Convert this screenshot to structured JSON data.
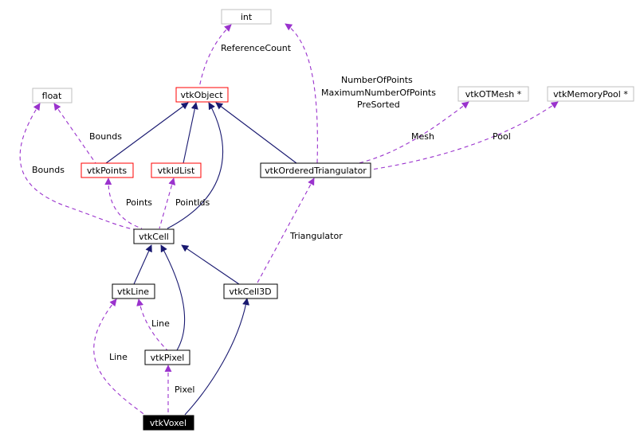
{
  "diagram": {
    "nodes": {
      "int": "int",
      "float": "float",
      "vtkObject": "vtkObject",
      "vtkOTMesh": "vtkOTMesh *",
      "vtkMemoryPool": "vtkMemoryPool *",
      "vtkPoints": "vtkPoints",
      "vtkIdList": "vtkIdList",
      "vtkOrderedTriangulator": "vtkOrderedTriangulator",
      "vtkCell": "vtkCell",
      "vtkLine": "vtkLine",
      "vtkCell3D": "vtkCell3D",
      "vtkPixel": "vtkPixel",
      "vtkVoxel": "vtkVoxel"
    },
    "edge_labels": {
      "reference_count": "ReferenceCount",
      "number_of_points": "NumberOfPoints",
      "maximum_number_of_points": "MaximumNumberOfPoints",
      "pre_sorted": "PreSorted",
      "bounds_points": "Bounds",
      "bounds_cell": "Bounds",
      "mesh": "Mesh",
      "pool": "Pool",
      "points": "Points",
      "point_ids": "PointIds",
      "triangulator": "Triangulator",
      "line_pixel": "Line",
      "line_voxel": "Line",
      "pixel": "Pixel"
    },
    "colors": {
      "inheritance_edge": "#191970",
      "usage_edge": "#9a32cd",
      "documented_border": "#000000",
      "undocumented_border": "#bfbfbf",
      "missing_docs_border": "#ff0000",
      "focus_fill": "#000000"
    }
  }
}
